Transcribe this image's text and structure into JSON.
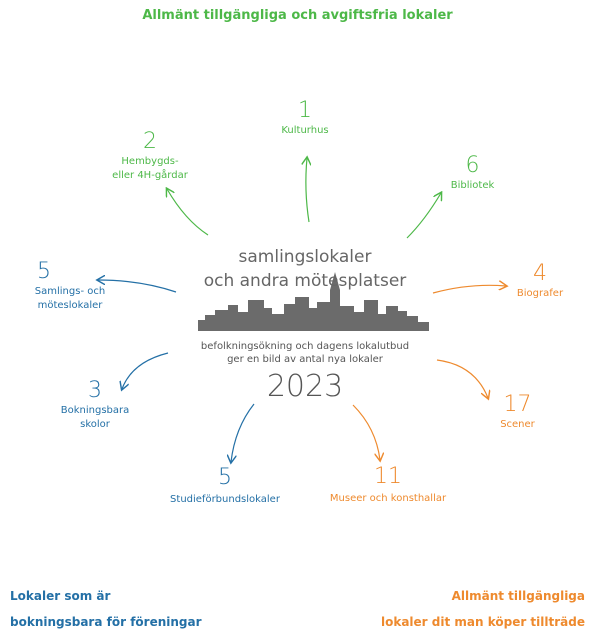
{
  "header": {
    "title": "Allmänt tillgängliga och avgiftsfria lokaler"
  },
  "center": {
    "title_line1": "samlingslokaler",
    "title_line2": "och andra mötesplatser",
    "sub_line1": "befolkningsökning och dagens lokalutbud",
    "sub_line2": "ger en bild av antal nya lokaler",
    "year": "2023"
  },
  "items": {
    "kulturhus": {
      "value": "1",
      "label": "Kulturhus"
    },
    "hembygd": {
      "value": "2",
      "label_line1": "Hembygds-",
      "label_line2": "eller 4H-gårdar"
    },
    "bibliotek": {
      "value": "6",
      "label": "Bibliotek"
    },
    "samlings": {
      "value": "5",
      "label_line1": "Samlings- och",
      "label_line2": "möteslokaler"
    },
    "biografer": {
      "value": "4",
      "label": "Biografer"
    },
    "skolor": {
      "value": "3",
      "label_line1": "Bokningsbara",
      "label_line2": "skolor"
    },
    "scener": {
      "value": "17",
      "label": "Scener"
    },
    "studie": {
      "value": "5",
      "label": "Studieförbundslokaler"
    },
    "museer": {
      "value": "11",
      "label": "Museer och konsthallar"
    }
  },
  "legend": {
    "left_line1": "Lokaler som är",
    "left_line2": "bokningsbara för föreningar",
    "right_line1": "Allmänt tillgängliga",
    "right_line2": "lokaler dit man köper tillträde"
  },
  "colors": {
    "green": "#4db848",
    "blue": "#2470a6",
    "orange": "#ee8a2e",
    "skyline": "#6b6b6b"
  }
}
